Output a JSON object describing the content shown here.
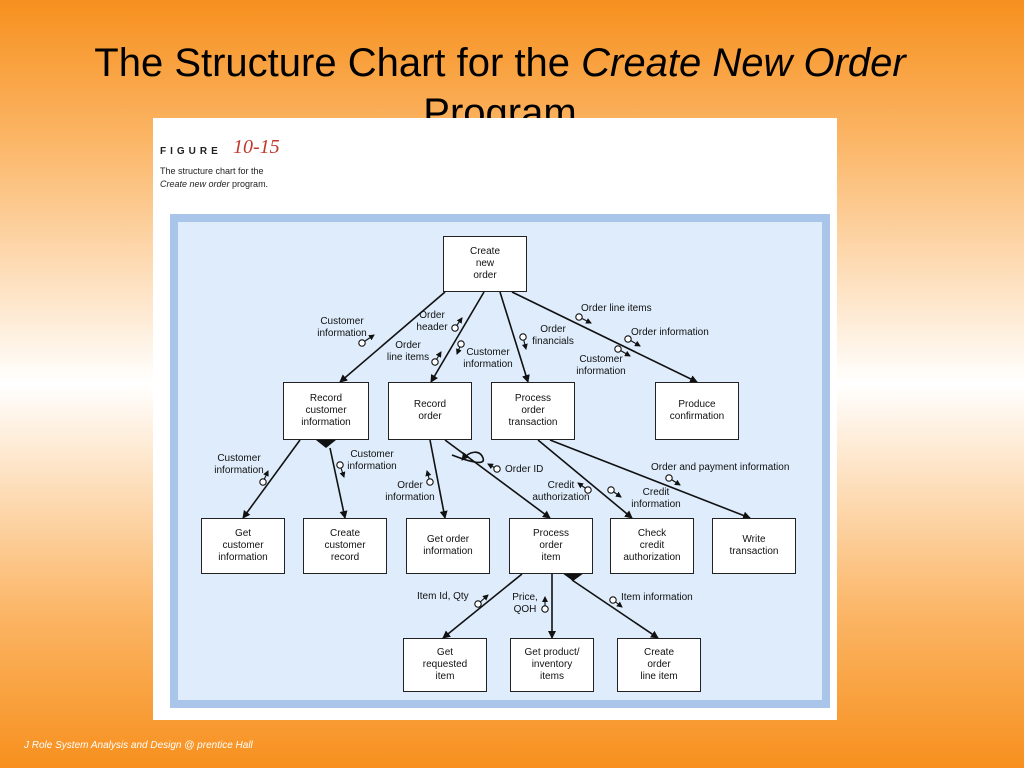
{
  "slide": {
    "title_prefix": "The Structure Chart for the ",
    "title_emphasis": "Create New Order",
    "title_suffix": " Program",
    "footer": "J Role System Analysis and Design @ prentice Hall"
  },
  "figure": {
    "label": "FIGURE",
    "number": "10-15",
    "caption_line1": "The structure chart for the",
    "caption_line2_emphasis": "Create new order",
    "caption_line2_rest": " program."
  },
  "modules": {
    "create_new_order": "Create\nnew\norder",
    "record_customer_information": "Record\ncustomer\ninformation",
    "record_order": "Record\norder",
    "process_order_transaction": "Process\norder\ntransaction",
    "produce_confirmation": "Produce\nconfirmation",
    "get_customer_information": "Get\ncustomer\ninformation",
    "create_customer_record": "Create\ncustomer\nrecord",
    "get_order_information": "Get order\ninformation",
    "process_order_item": "Process\norder\nitem",
    "check_credit_authorization": "Check\ncredit\nauthorization",
    "write_transaction": "Write\ntransaction",
    "get_requested_item": "Get\nrequested\nitem",
    "get_product_inventory_items": "Get product/\ninventory\nitems",
    "create_order_line_item": "Create\norder\nline item"
  },
  "flows": {
    "customer_information_top": "Customer\ninformation",
    "order_header": "Order\nheader",
    "order_line_items_left": "Order\nline items",
    "customer_information_mid": "Customer\ninformation",
    "order_financials": "Order\nfinancials",
    "order_line_items_right": "Order line items",
    "order_information": "Order information",
    "customer_information_right": "Customer\ninformation",
    "customer_information_get": "Customer\ninformation",
    "customer_information_create": "Customer\ninformation",
    "order_information_get": "Order\ninformation",
    "order_id": "Order ID",
    "credit_authorization": "Credit\nauthorization",
    "credit_information": "Credit\ninformation",
    "order_and_payment_information": "Order and payment information",
    "item_id_qty": "Item Id, Qty",
    "price_qoh": "Price,\nQOH",
    "item_information": "Item information"
  },
  "colors": {
    "slide_orange": "#f7901e",
    "diagram_border": "#a9c6ea",
    "diagram_fill": "#deecfb",
    "figure_number": "#c0392b"
  }
}
